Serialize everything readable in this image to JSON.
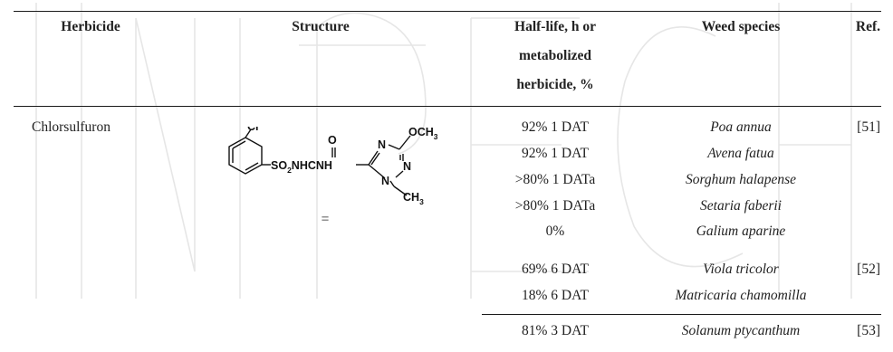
{
  "header": {
    "herbicide": "Herbicide",
    "structure": "Structure",
    "halflife_l1": "Half-life, h or",
    "halflife_l2": "metabolized",
    "halflife_l3": "herbicide, %",
    "weed": "Weed species",
    "ref": "Ref."
  },
  "watermark": "INTECH",
  "structure": {
    "cl": "Cl",
    "o": "O",
    "och3": "OCH",
    "och3_sub": "3",
    "so2_a": "SO",
    "so2_sub": "2",
    "nhcnh": "NHCNH",
    "n_top": "N",
    "n_right": "N",
    "n_bottom": "N",
    "ch3": "CH",
    "ch3_sub": "3",
    "equals": "="
  },
  "rows": [
    {
      "herbicide": "Chlorsulfuron",
      "value": "92% 1 DAT",
      "weed": "Poa annua",
      "ref": "[51]"
    },
    {
      "value": "92% 1 DAT",
      "weed": "Avena fatua"
    },
    {
      "value": ">80% 1 DATa",
      "weed": "Sorghum halapense"
    },
    {
      "value": ">80% 1 DATa",
      "weed": "Setaria faberii"
    },
    {
      "value": "0%",
      "weed": "Galium aparine"
    },
    {
      "value": "69% 6 DAT",
      "weed": "Viola tricolor",
      "ref": "[52]"
    },
    {
      "value": "18% 6 DAT",
      "weed": "Matricaria chamomilla"
    },
    {
      "value": "81% 3 DAT",
      "weed": "Solanum ptycanthum",
      "ref": "[53]"
    }
  ]
}
